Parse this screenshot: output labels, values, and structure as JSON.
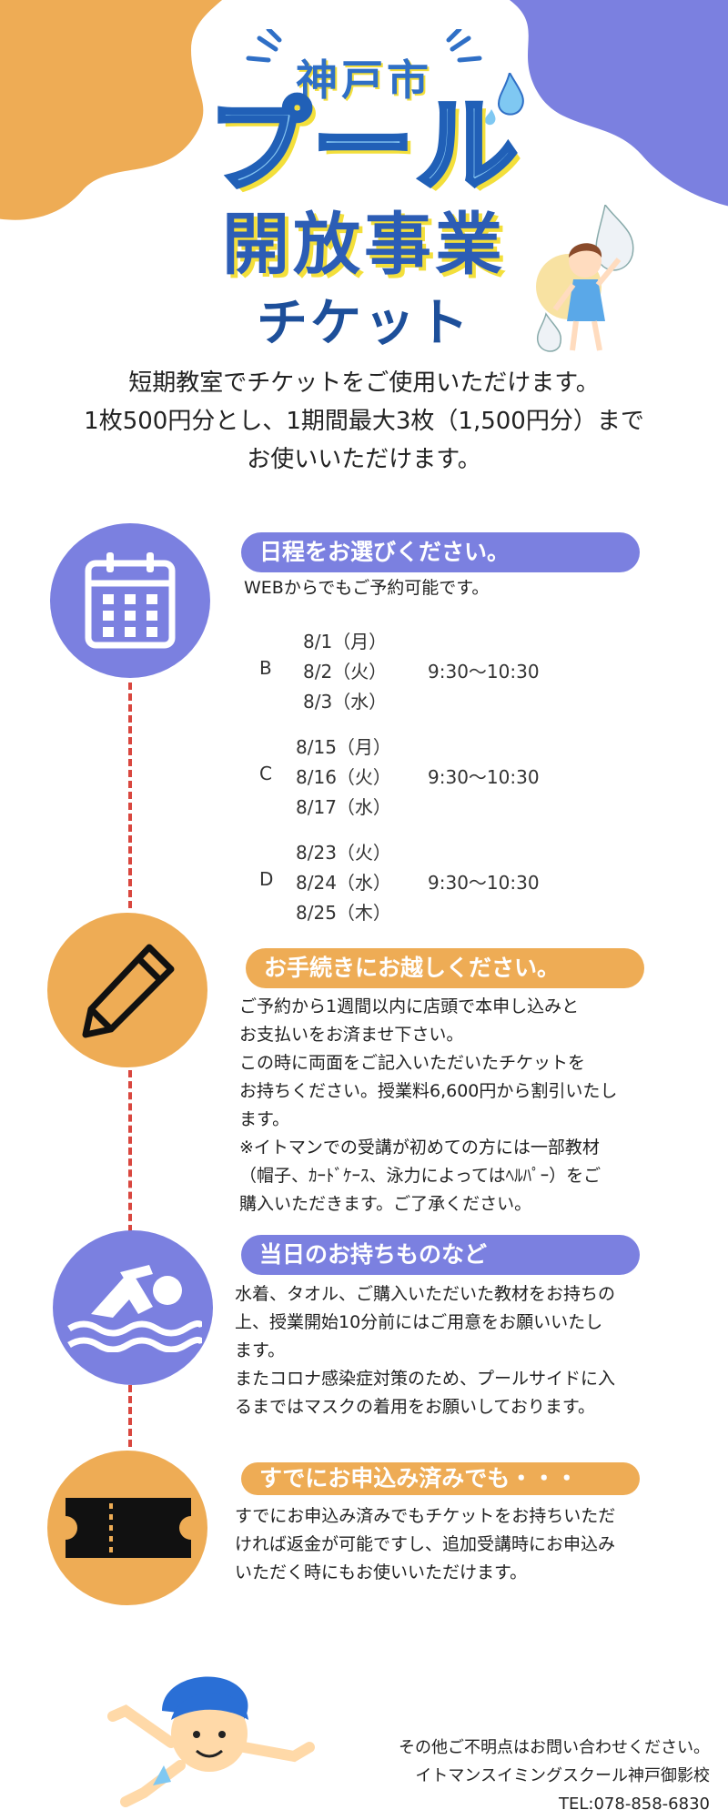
{
  "header": {
    "city": "神戸市",
    "pool": "プール",
    "project": "開放事業",
    "ticket": "チケット"
  },
  "intro": [
    "短期教室でチケットをご使用いただけます。",
    "1枚500円分とし、1期間最大3枚（1,500円分）まで",
    "お使いいただけます。"
  ],
  "sections": {
    "schedule": {
      "icon": "calendar-icon",
      "title": "日程をお選びください。",
      "subtitle": "WEBからでもご予約可能です。",
      "groups": [
        {
          "label": "B",
          "dates": [
            "8/1（月）",
            "8/2（火）",
            "8/3（水）"
          ],
          "time": "9:30～10:30"
        },
        {
          "label": "C",
          "dates": [
            "8/15（月）",
            "8/16（火）",
            "8/17（水）"
          ],
          "time": "9:30～10:30"
        },
        {
          "label": "D",
          "dates": [
            "8/23（火）",
            "8/24（水）",
            "8/25（木）"
          ],
          "time": "9:30～10:30"
        }
      ]
    },
    "procedure": {
      "icon": "pencil-icon",
      "title": "お手続きにお越しください。",
      "lines": [
        "ご予約から1週間以内に店頭で本申し込みと",
        "お支払いをお済ませ下さい。",
        "この時に両面をご記入いただいたチケットを",
        "お持ちください。授業料6,600円から割引いたし",
        "ます。",
        "※イトマンでの受講が初めての方には一部教材",
        "（帽子、ｶｰﾄﾞｹｰｽ、泳力によってはﾍﾙﾊﾟｰ）をご",
        "購入いただきます。ご了承ください。"
      ]
    },
    "belongings": {
      "icon": "swimmer-icon",
      "title": "当日のお持ちものなど",
      "lines": [
        "水着、タオル、ご購入いただいた教材をお持ちの",
        "上、授業開始10分前にはご用意をお願いいたし",
        "ます。",
        "またコロナ感染症対策のため、プールサイドに入",
        "るまではマスクの着用をお願いしております。"
      ]
    },
    "applied": {
      "icon": "ticket-icon",
      "title": "すでにお申込み済みでも・・・",
      "lines": [
        "すでにお申込み済みでもチケットをお持ちいただ",
        "ければ返金が可能ですし、追加受講時にお申込み",
        "いただく時にもお使いいただけます。"
      ]
    }
  },
  "footer": {
    "line1": "その他ご不明点はお問い合わせください。",
    "line2": "イトマンスイミングスクール神戸御影校",
    "tel": "TEL:078-858-6830"
  },
  "colors": {
    "purple": "#7b80e0",
    "orange": "#eeac55",
    "dash_red": "#d9473f",
    "title_blue": "#2c5db5",
    "title_yellow": "#f3df3b"
  }
}
